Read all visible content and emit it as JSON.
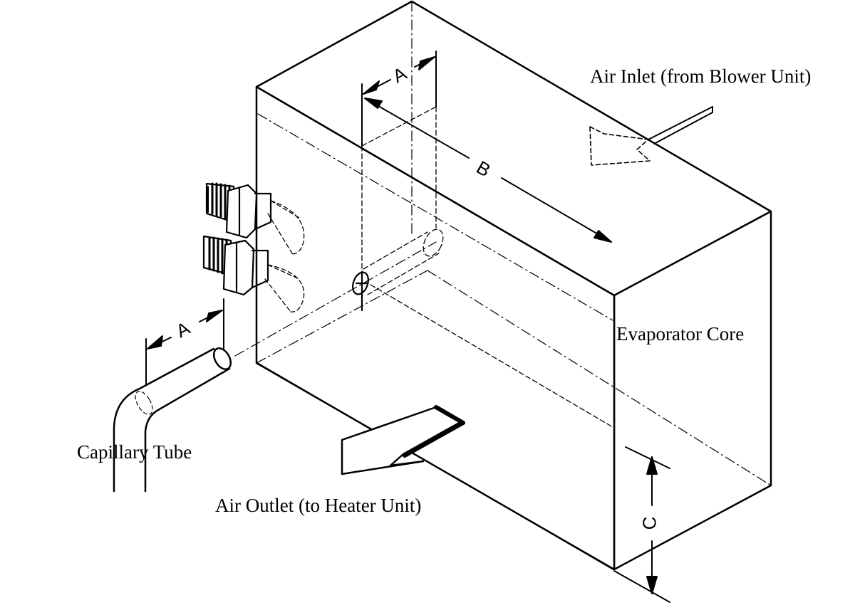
{
  "labels": {
    "air_inlet": "Air Inlet (from Blower Unit)",
    "evaporator_core": "Evaporator Core",
    "capillary_tube": "Capillary Tube",
    "air_outlet": "Air Outlet (to Heater Unit)"
  },
  "dimensions": {
    "a_top": "A",
    "a_bottom": "A",
    "b": "B",
    "c": "C"
  },
  "colors": {
    "ink": "#000000",
    "background": "#ffffff"
  }
}
